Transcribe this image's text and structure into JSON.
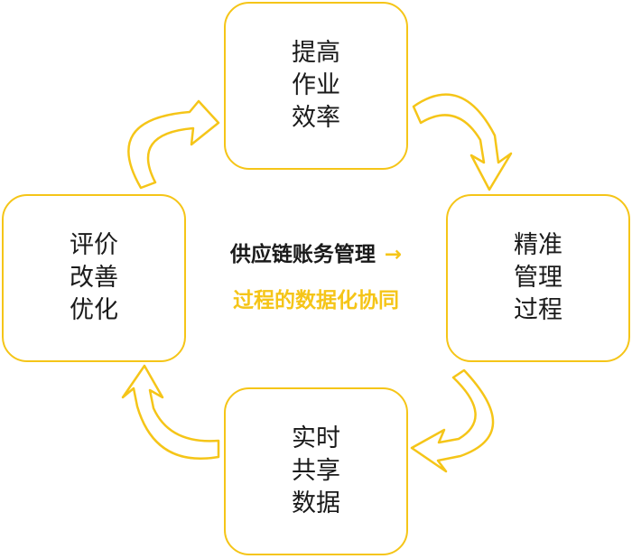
{
  "colors": {
    "accent": "#f5c518",
    "text": "#1a1a1a"
  },
  "boxes": {
    "top": {
      "lines": [
        "提高",
        "作业",
        "效率"
      ]
    },
    "right": {
      "lines": [
        "精准",
        "管理",
        "过程"
      ]
    },
    "bottom": {
      "lines": [
        "实时",
        "共享",
        "数据"
      ]
    },
    "left": {
      "lines": [
        "评价",
        "改善",
        "优化"
      ]
    }
  },
  "center": {
    "line1": "供应链账务管理",
    "arrow": "→",
    "line2": "过程的数据化协同"
  },
  "arrows": [
    "curved-arrow-top-right",
    "curved-arrow-right-bottom",
    "curved-arrow-bottom-left",
    "curved-arrow-left-top"
  ]
}
